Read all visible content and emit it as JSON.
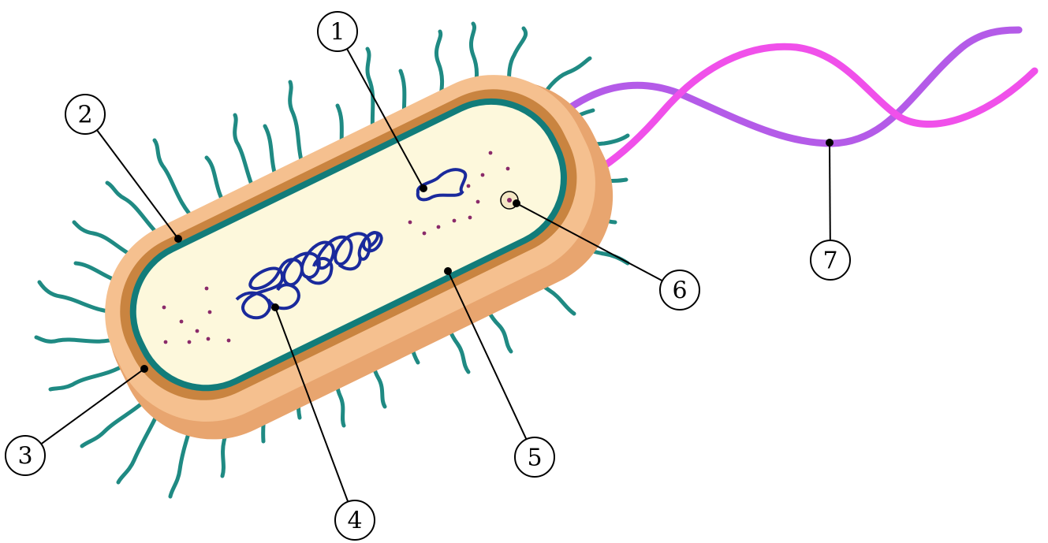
{
  "colors": {
    "background": "#ffffff",
    "capsule_outer": "#f5c08f",
    "capsule_shadow": "#e8a56f",
    "cell_wall": "#c98440",
    "membrane": "#127c7a",
    "pili": "#1f8a83",
    "cytoplasm": "#fdf8dc",
    "ribosome": "#8a2a6a",
    "dna": "#1a2a9c",
    "flagellum_magenta": "#f050ea",
    "flagellum_violet": "#b45be8",
    "label_line": "#000000"
  },
  "labels": [
    {
      "number": "1"
    },
    {
      "number": "2"
    },
    {
      "number": "3"
    },
    {
      "number": "4"
    },
    {
      "number": "5"
    },
    {
      "number": "6"
    },
    {
      "number": "7"
    }
  ]
}
